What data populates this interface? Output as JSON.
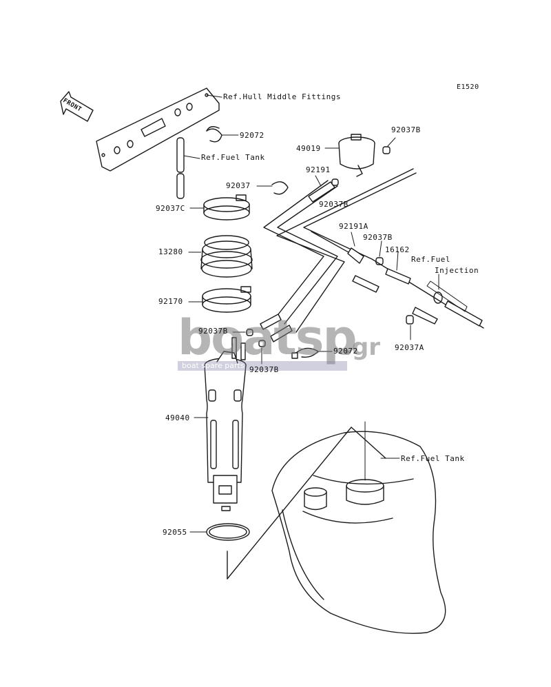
{
  "diagram_code": "E1520",
  "front_marker": "FRONT",
  "labels": {
    "ref_hull": "Ref.Hull Middle Fittings",
    "p92072_top": "92072",
    "ref_fuel_tank_top": "Ref.Fuel Tank",
    "p92037b_top": "92037B",
    "p49019": "49019",
    "p92191": "92191",
    "p92037": "92037",
    "p92037b_mid": "92037B",
    "p92037c": "92037C",
    "p92191a": "92191A",
    "p92037b_right": "92037B",
    "p16162": "16162",
    "ref_fuel": "Ref.Fuel",
    "injection": "Injection",
    "p13280": "13280",
    "p92170": "92170",
    "p92037b_left": "92037B",
    "p92072_low": "92072",
    "p92037b_low": "92037B",
    "p92037a": "92037A",
    "p49040": "49040",
    "ref_fuel_tank_low": "Ref.Fuel Tank",
    "p92055": "92055"
  },
  "watermark": {
    "logo": "boatsp",
    "suffix": ".gr",
    "tagline": "boat spare parts"
  }
}
